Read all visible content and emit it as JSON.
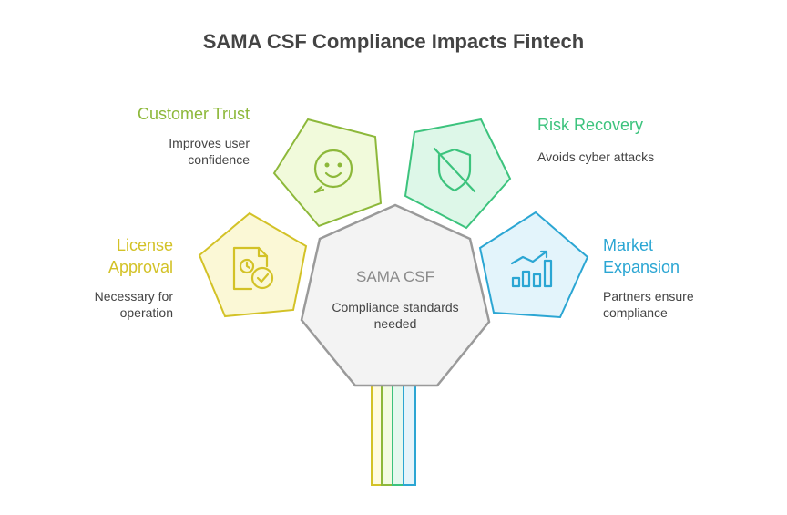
{
  "title": "SAMA CSF Compliance Impacts Fintech",
  "center": {
    "title": "SAMA CSF",
    "description": "Compliance standards needed"
  },
  "items": [
    {
      "title": "Customer Trust",
      "description": "Improves user confidence",
      "icon": "smiley-chat-icon",
      "color": "#8DB83A",
      "fill": "#F1FADB"
    },
    {
      "title": "Risk Recovery",
      "description": "Avoids cyber attacks",
      "icon": "shield-off-icon",
      "color": "#3CC37D",
      "fill": "#DDF7E8"
    },
    {
      "title": "License Approval",
      "description": "Necessary for operation",
      "icon": "document-check-icon",
      "color": "#D3C227",
      "fill": "#FBF8D6"
    },
    {
      "title": "Market Expansion",
      "description": "Partners ensure compliance",
      "icon": "growth-chart-icon",
      "color": "#2BA6D3",
      "fill": "#E3F4FB"
    }
  ]
}
